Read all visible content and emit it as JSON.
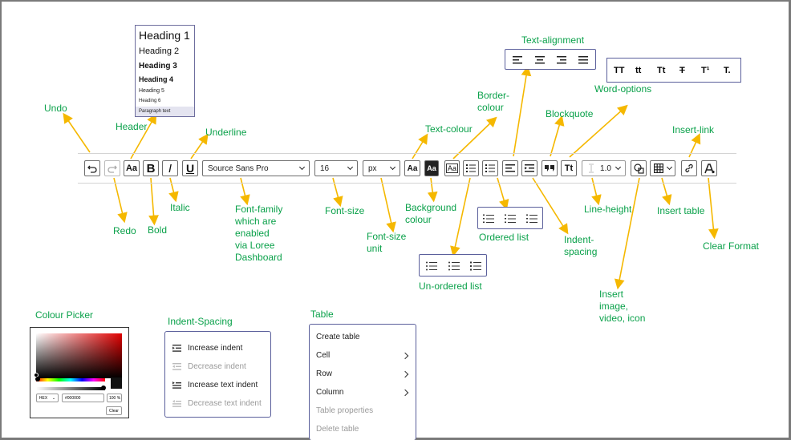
{
  "labels": {
    "undo": "Undo",
    "header": "Header",
    "underline": "Underline",
    "text_colour": "Text-colour",
    "border_colour": "Border-\ncolour",
    "text_alignment": "Text-alignment",
    "blockquote": "Blockquote",
    "word_options": "Word-options",
    "insert_link": "Insert-link",
    "redo": "Redo",
    "bold": "Bold",
    "italic": "Italic",
    "font_family": "Font-family\nwhich are\nenabled\nvia Loree\nDashboard",
    "font_size": "Font-size",
    "font_size_unit": "Font-size\nunit",
    "background_colour": "Background\ncolour",
    "ordered_list": "Ordered list",
    "unordered_list": "Un-ordered list",
    "indent_spacing": "Indent-\nspacing",
    "line_height": "Line-height",
    "insert_table": "Insert table",
    "clear_format": "Clear Format",
    "insert_media": "Insert\nimage,\nvideo, icon",
    "colour_picker": "Colour Picker",
    "indent_spacing_section": "Indent-Spacing",
    "table_section": "Table"
  },
  "heading_menu": [
    "Heading 1",
    "Heading 2",
    "Heading 3",
    "Heading 4",
    "Heading 5",
    "Heading 6",
    "Paragraph text"
  ],
  "toolbar": {
    "header_btn": "Aa",
    "bold_btn": "B",
    "italic_btn": "I",
    "underline_btn": "U",
    "font_family_value": "Source Sans Pro",
    "font_size_value": "16",
    "font_unit_value": "px",
    "text_colour_btn": "Aa",
    "bg_colour_btn": "Aa",
    "border_colour_btn": "Aa",
    "word_options_btn": "Tt",
    "line_height_value": "1.0"
  },
  "word_options": [
    "TT",
    "tt",
    "Tt",
    "T",
    "T¹",
    "T."
  ],
  "colour_picker": {
    "format": "HEX",
    "hex_value": "#000000",
    "opacity": "100 %",
    "clear_label": "Clear"
  },
  "indent_menu": [
    {
      "label": "Increase indent",
      "enabled": true
    },
    {
      "label": "Decrease indent",
      "enabled": false
    },
    {
      "label": "Increase text indent",
      "enabled": true
    },
    {
      "label": "Decrease text indent",
      "enabled": false
    }
  ],
  "table_menu": [
    {
      "label": "Create table",
      "enabled": true,
      "submenu": false
    },
    {
      "label": "Cell",
      "enabled": true,
      "submenu": true
    },
    {
      "label": "Row",
      "enabled": true,
      "submenu": true
    },
    {
      "label": "Column",
      "enabled": true,
      "submenu": true
    },
    {
      "label": "Table properties",
      "enabled": false,
      "submenu": false
    },
    {
      "label": "Delete table",
      "enabled": false,
      "submenu": false
    }
  ],
  "colors": {
    "annotation": "#0aa14a",
    "arrow": "#f5b800",
    "popup_border": "#5a5f9b"
  }
}
